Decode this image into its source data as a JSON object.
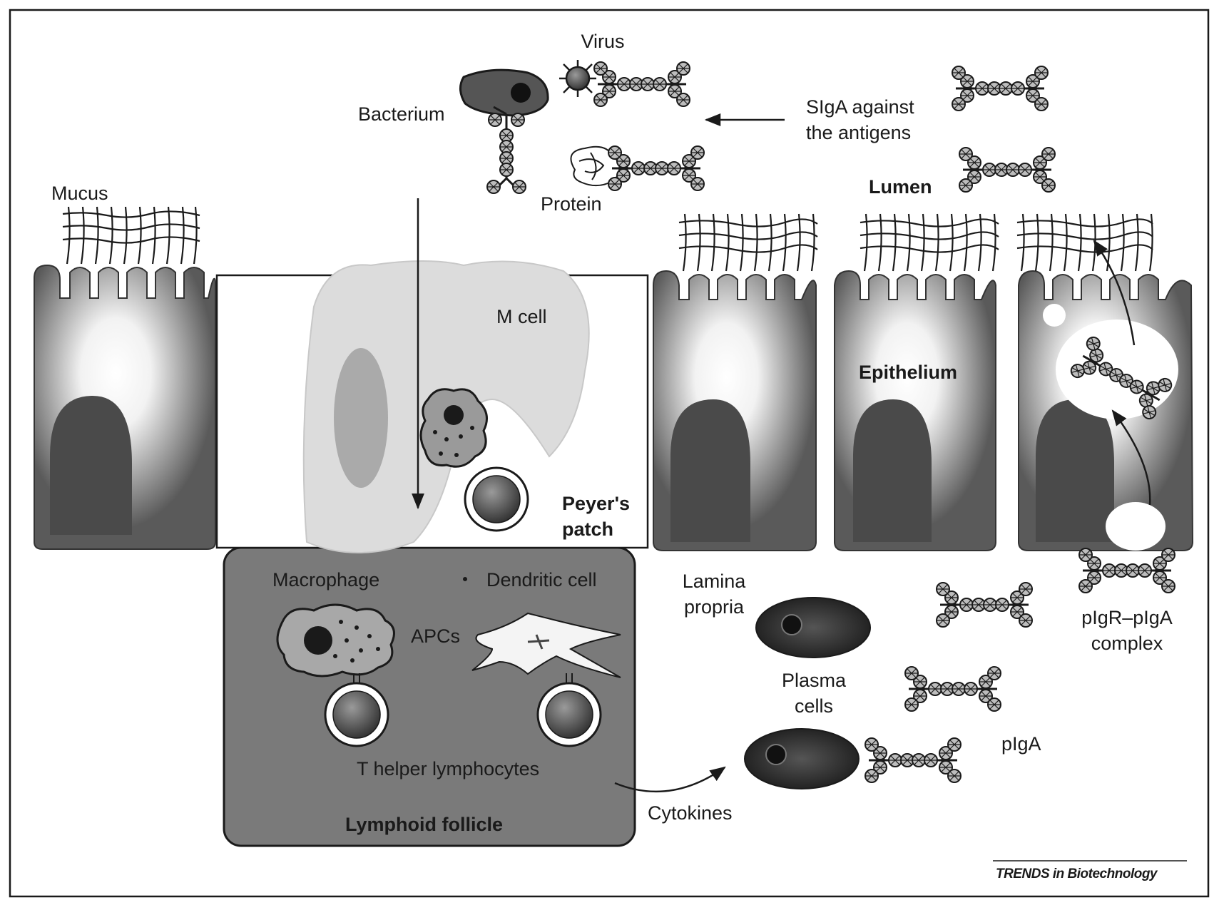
{
  "figure": {
    "labels": {
      "virus": "Virus",
      "bacterium": "Bacterium",
      "siga_line1": "SIgA against",
      "siga_line2": "the antigens",
      "mucus": "Mucus",
      "protein": "Protein",
      "lumen": "Lumen",
      "m_cell": "M cell",
      "epithelium": "Epithelium",
      "peyers_line1": "Peyer's",
      "peyers_line2": "patch",
      "macrophage": "Macrophage",
      "dendritic_cell": "Dendritic cell",
      "lamina_line1": "Lamina",
      "lamina_line2": "propria",
      "apcs": "APCs",
      "pigr_line1": "pIgR–pIgA",
      "pigr_line2": "complex",
      "plasma_line1": "Plasma",
      "plasma_line2": "cells",
      "t_helper": "T helper lymphocytes",
      "piga": "pIgA",
      "cytokines": "Cytokines",
      "lymphoid_follicle": "Lymphoid follicle",
      "credit": "TRENDS in Biotechnology"
    },
    "colors": {
      "ink": "#1a1a1a",
      "epithelium": "#5a5a5a",
      "nucleus": "#4a4a4a",
      "follicle": "#7a7a7a",
      "m_cell": "#dcdcdc",
      "plasma": "#2a2a2a"
    }
  }
}
